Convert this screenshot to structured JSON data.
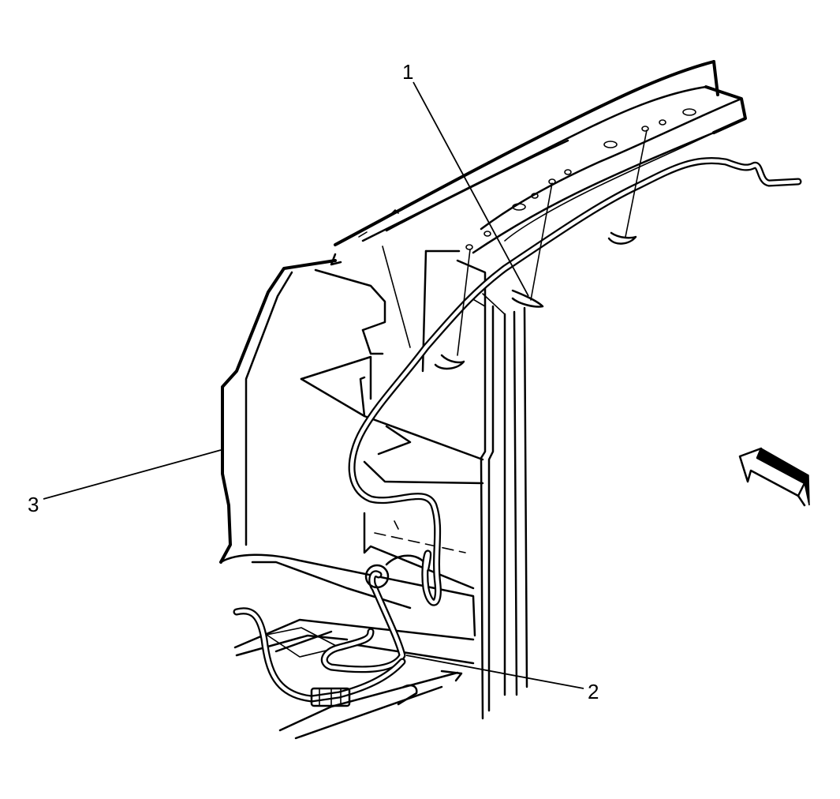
{
  "diagram": {
    "callouts": [
      {
        "id": "1",
        "label": "1"
      },
      {
        "id": "2",
        "label": "2"
      },
      {
        "id": "3",
        "label": "3"
      }
    ],
    "view_arrow_icon": "view-direction-arrow-icon",
    "colors": {
      "ink": "#000000",
      "paper": "#ffffff"
    }
  }
}
